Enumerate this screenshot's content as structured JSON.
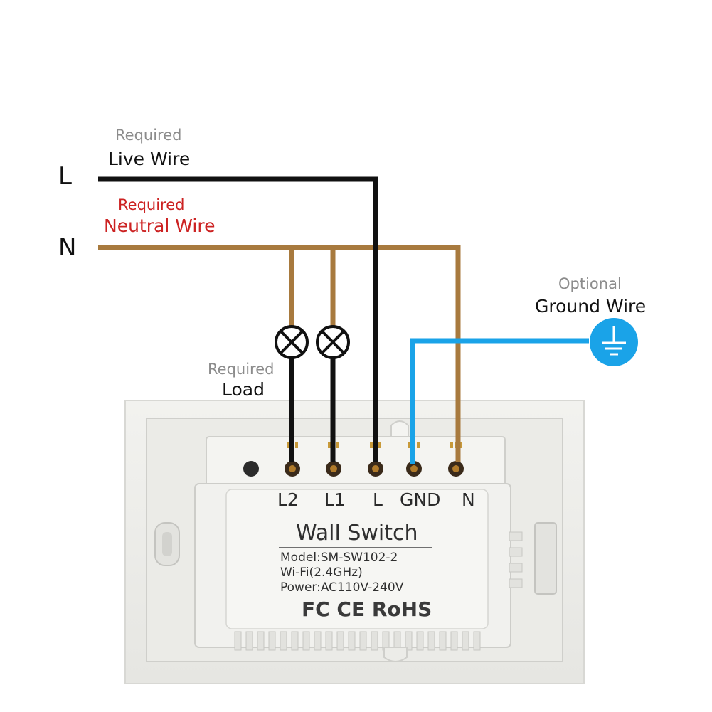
{
  "labels": {
    "line_letter": "L",
    "neutral_letter": "N",
    "live_required": "Required",
    "live_title": "Live Wire",
    "neutral_required": "Required",
    "neutral_title": "Neutral Wire",
    "ground_optional": "Optional",
    "ground_title": "Ground Wire",
    "load_required": "Required",
    "load_title": "Load"
  },
  "terminals": [
    "L2",
    "L1",
    "L",
    "GND",
    "N"
  ],
  "plate": {
    "title": "Wall Switch",
    "model": "Model:SM-SW102-2",
    "wifi": "Wi-Fi(2.4GHz)",
    "power": "Power:AC110V-240V",
    "certs": "FC CE RoHS"
  },
  "colors": {
    "live_wire": "#111111",
    "neutral_wire": "#a87a3e",
    "ground_wire": "#1aa3e8",
    "required_highlight": "#cc2222",
    "device_body": "#efefec"
  },
  "icons": {
    "lamp": "lamp-icon",
    "ground": "ground-symbol-icon"
  }
}
